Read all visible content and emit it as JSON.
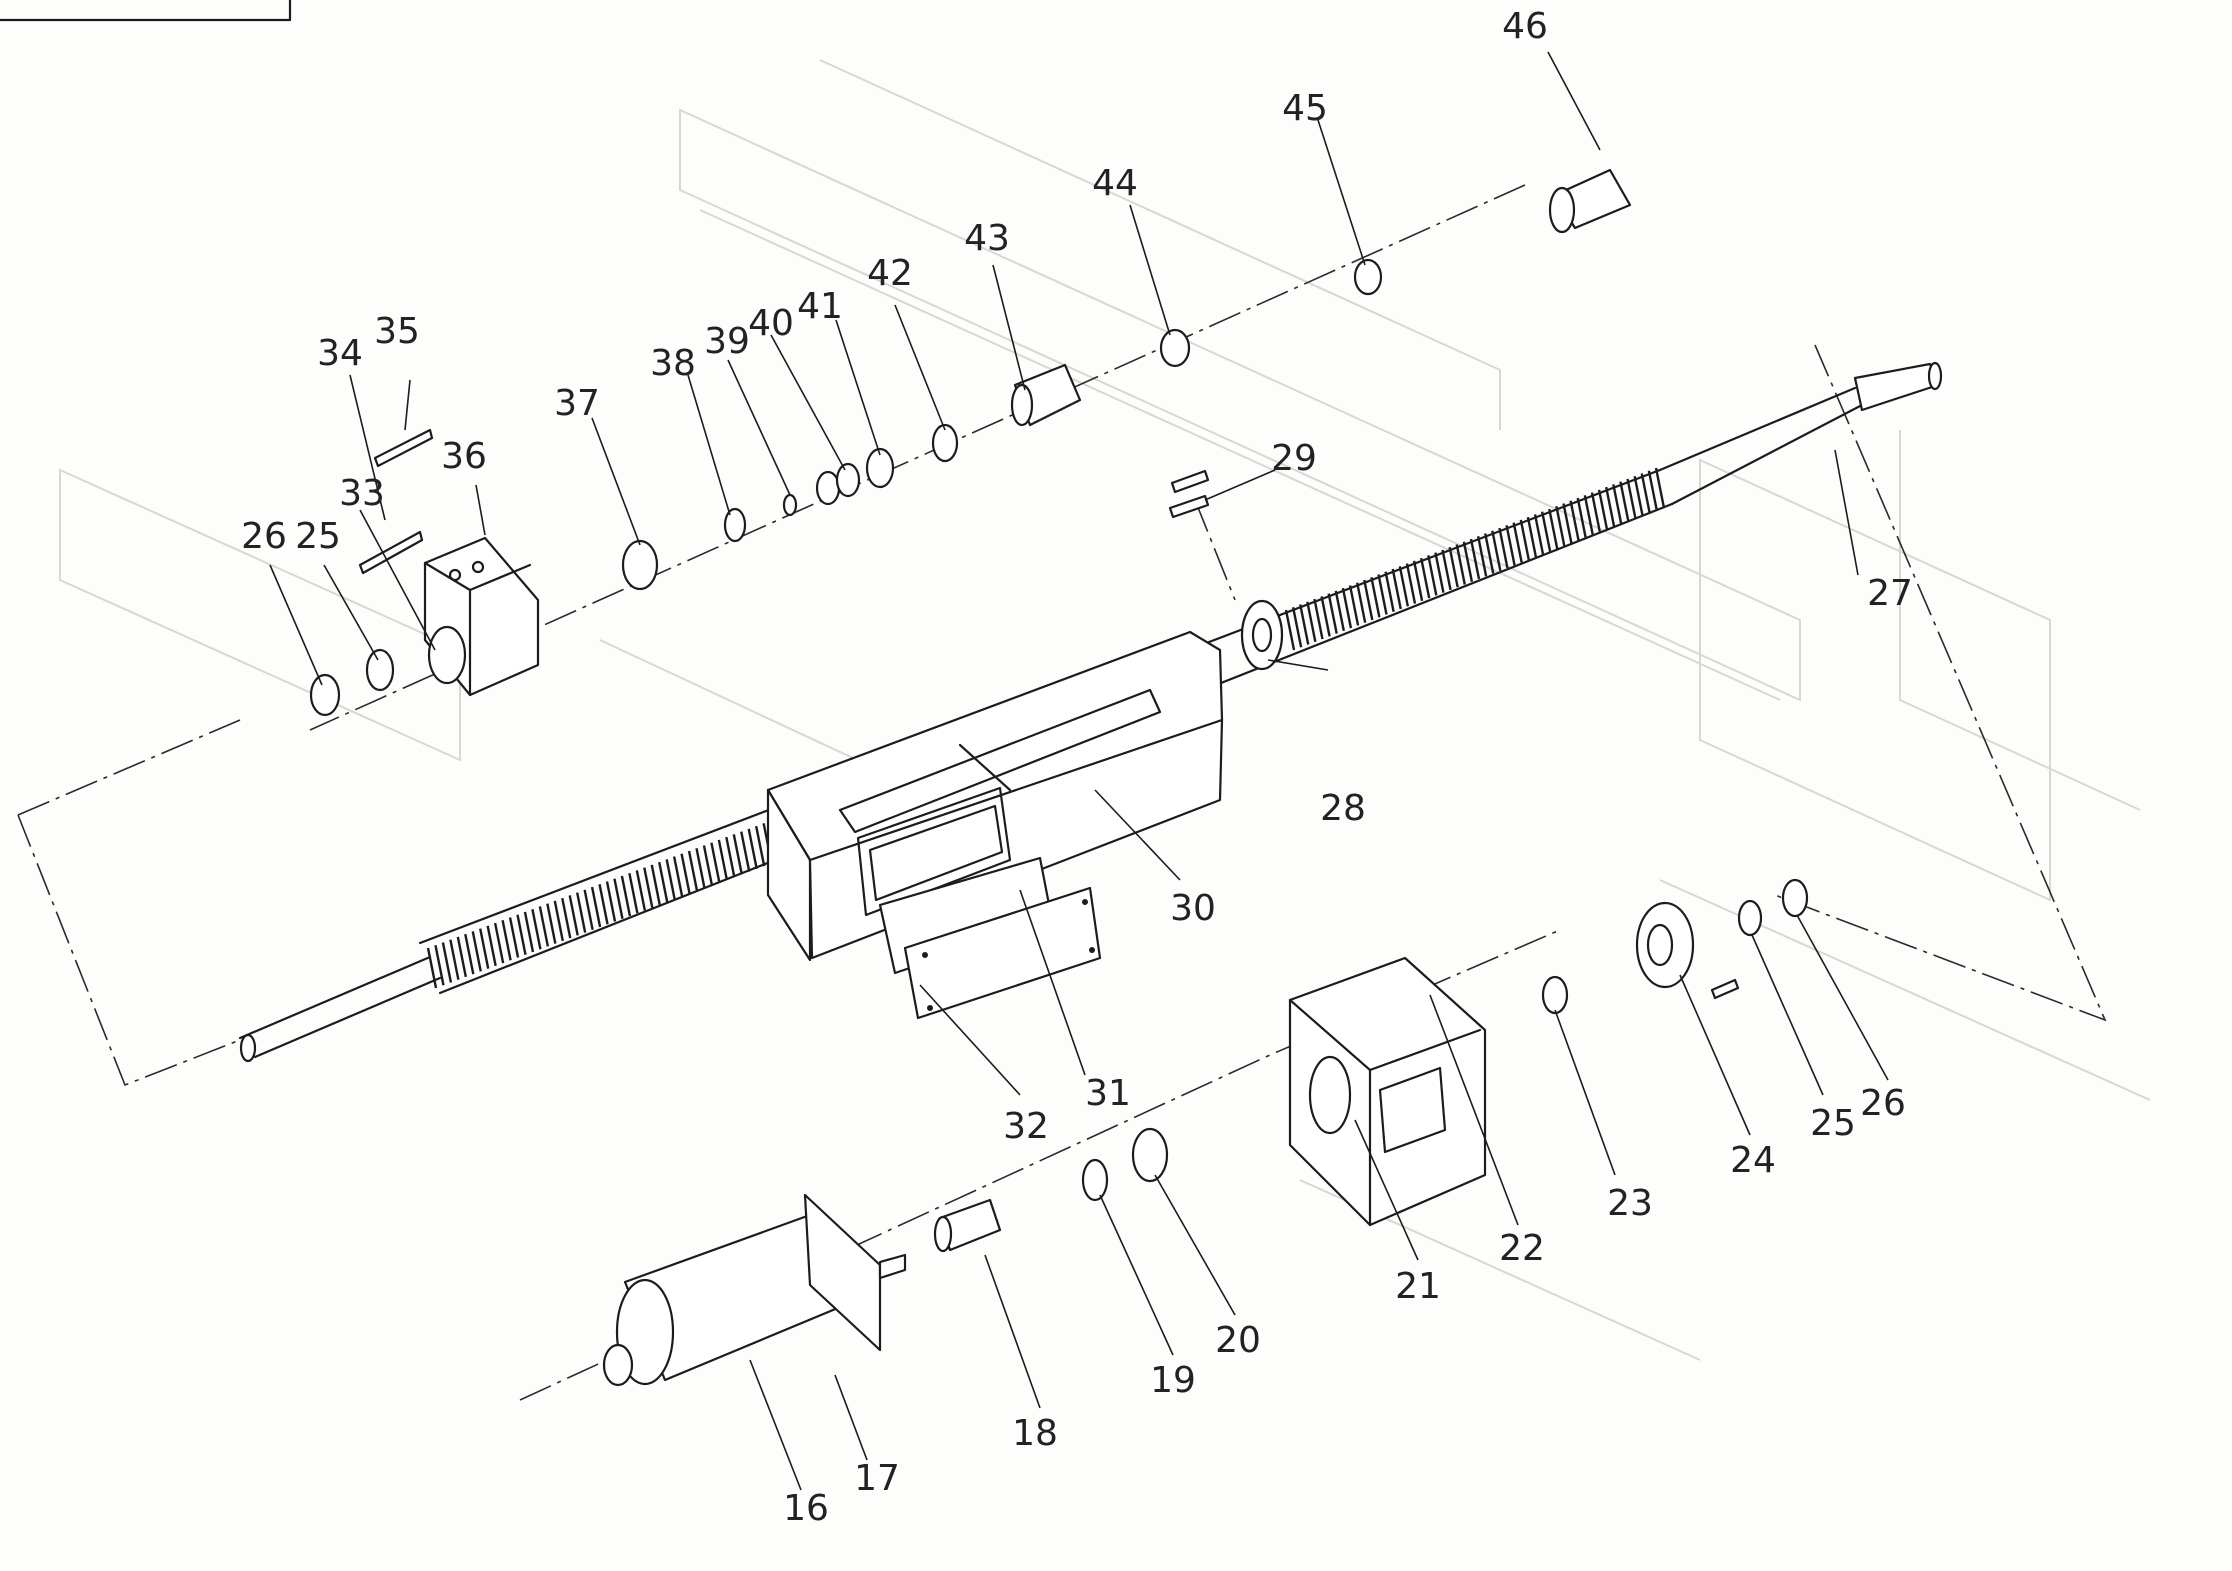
{
  "diagram": {
    "type": "exploded-parts-view",
    "part_numbers": [
      "16",
      "17",
      "18",
      "19",
      "20",
      "21",
      "22",
      "23",
      "24",
      "25",
      "26",
      "25",
      "26",
      "27",
      "28",
      "29",
      "30",
      "31",
      "32",
      "33",
      "34",
      "35",
      "36",
      "37",
      "38",
      "39",
      "40",
      "41",
      "42",
      "43",
      "44",
      "45",
      "46"
    ]
  }
}
